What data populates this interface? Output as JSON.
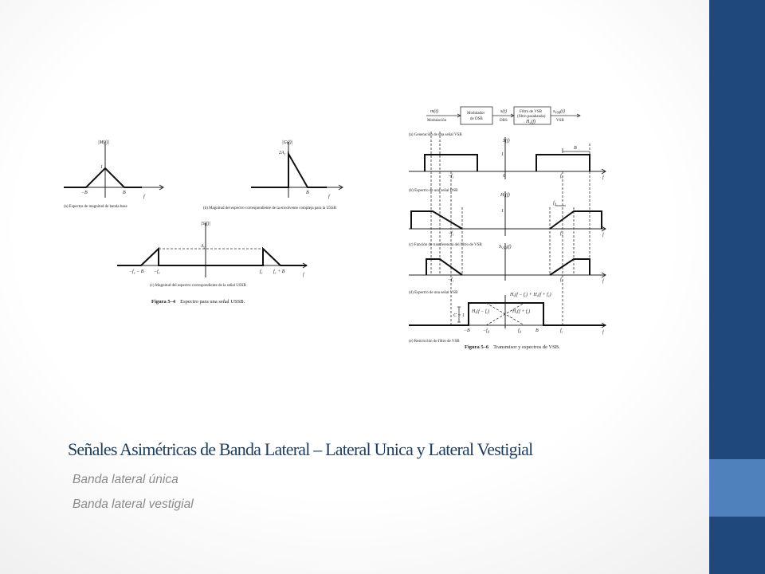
{
  "slide": {
    "title": "Señales Asimétricas de Banda Lateral – Lateral Unica y Lateral Vestigial",
    "bullets": [
      "Banda lateral única",
      "Banda lateral vestigial"
    ],
    "accent_dark": "#1f497d",
    "accent_light": "#4f81bd"
  },
  "fig54": {
    "a": {
      "ylabel": "|M(f)|",
      "peak": "1",
      "neg": "−B",
      "pos": "B",
      "f": "f",
      "caption": "(a) Espectro de magnitud de banda base"
    },
    "b": {
      "ylabel": "|G(f)|",
      "peak": "2A",
      "sub": "c",
      "pos": "B",
      "f": "f",
      "caption": "(b) Magnitud del espectro correspondiente de la envolvente compleja para la USSB"
    },
    "c": {
      "ylabel": "|S(f)|",
      "level": "A",
      "sub": "c",
      "t1": "−f",
      "t1s": "c",
      "t1b": " − B",
      "t2": "−f",
      "t2s": "c",
      "t3": "f",
      "t3s": "c",
      "t4": "f",
      "t4s": "c",
      "t4b": " + B",
      "f": "f",
      "caption": "(c) Magnitud del espectro correspondiente de la señal USSB"
    },
    "figure": "Figura 5–4",
    "figure_text": "Espectro para una señal USSB."
  },
  "fig56": {
    "block": {
      "in_sig": "m(t)",
      "in_lbl": "Modulación",
      "mod1": "Modulador",
      "mod2": "de DSB",
      "mid_sig": "s(t)",
      "mid_lbl": "DBS",
      "filt1": "Filtro de VSB",
      "filt2": "(filtro pasabanda)",
      "filt3": "H",
      "filt3s": "v",
      "filt3b": "(f)",
      "out_sig": "s",
      "out_sigs": "VSB",
      "out_sigb": "(t)",
      "out_lbl": "VSB"
    },
    "a_caption": "(a) Generación de una señal VSB",
    "b_caption": "(b) Espectro de una señal DSB",
    "c_caption": "(c) Función de transferencia del filtro de VSB",
    "d_caption": "(d) Espectro de una señal VSB",
    "e_caption": "(e) Restricción de filtro de VSB",
    "s_label": "S(f)",
    "h_label": "H",
    "hv": "v",
    "h_arg": "(f)",
    "svsb_label": "S",
    "svsb_sub": "VSB",
    "svsb_arg": "(f)",
    "one": "1",
    "zero": "0",
    "B": "B",
    "fc_neg": "−f",
    "fc_pos": "f",
    "c_sub": "c",
    "fdelta": "f",
    "delta_sub": "Δ",
    "neg_fdelta": "−f",
    "c_eq": "C = 1",
    "negB": "−B",
    "sum_lbl": "H",
    "sum_rest1": "(f − f",
    "sum_rest2": ") + H",
    "sum_rest3": "(f + f",
    "sum_rest4": ")",
    "left_lbl": "H",
    "left_rest": "(f − f",
    "left_end": ")",
    "right_lbl": "H",
    "right_rest": "(f + f",
    "right_end": ")",
    "f": "f",
    "figure": "Figura 5–6",
    "figure_text": "Transmisor y espectros de VSB."
  }
}
